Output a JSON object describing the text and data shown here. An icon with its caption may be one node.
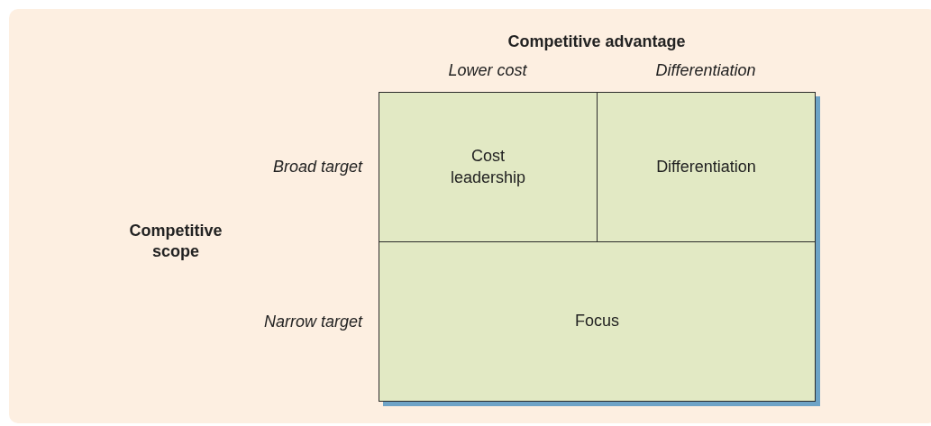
{
  "diagram": {
    "nodes": [
      {
        "text": [
          "Cost leadership"
        ]
      },
      {
        "text": [
          "Differentiation"
        ]
      },
      {
        "text": [
          "Focus"
        ]
      }
    ],
    "labels": [
      "Competitive advantage",
      "Lower cost",
      "Differentiation",
      "Broad target",
      "Competitive scope",
      "Narrow target"
    ]
  }
}
